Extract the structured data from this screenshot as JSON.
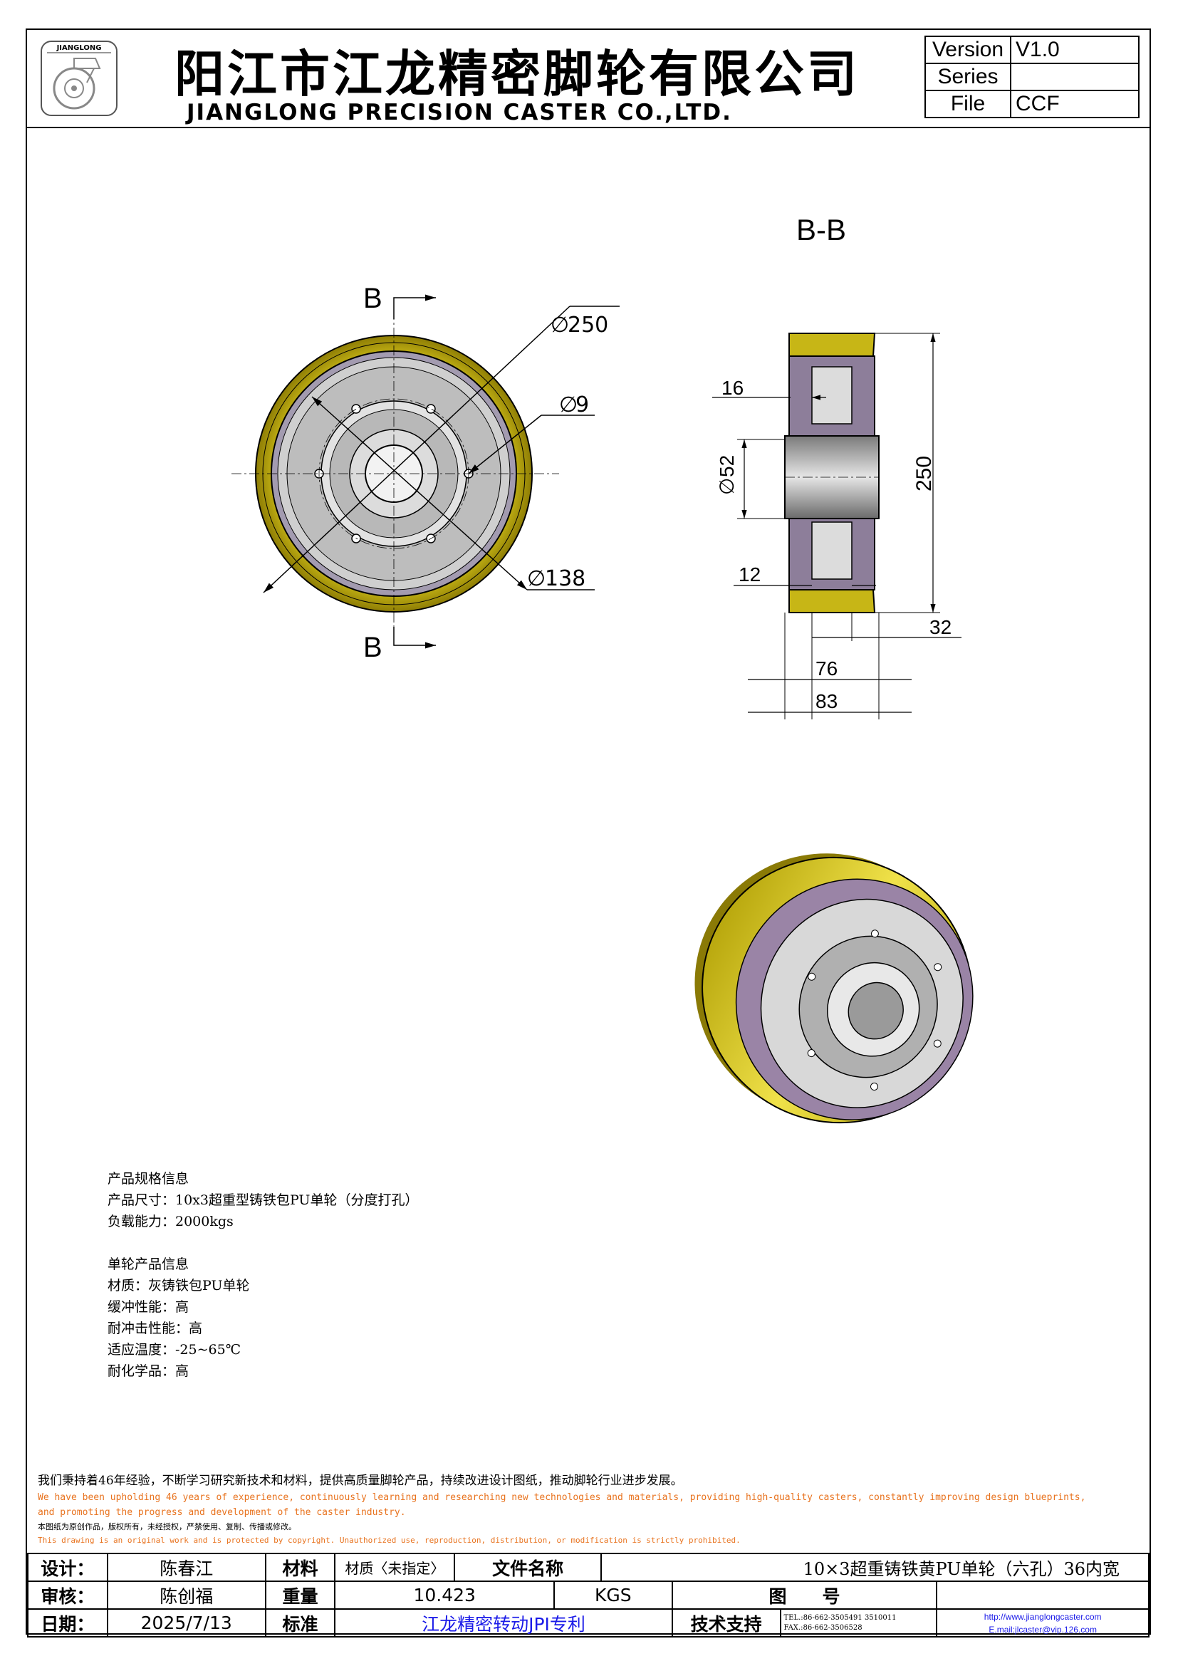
{
  "header": {
    "logo_text": "JIANGLONG",
    "company_cn": "阳江市江龙精密脚轮有限公司",
    "company_en": "JIANGLONG PRECISION CASTER CO.,LTD."
  },
  "meta": {
    "version_label": "Version",
    "version_value": "V1.0",
    "series_label": "Series",
    "series_value": "",
    "file_label": "File",
    "file_value": "CCF"
  },
  "drawing": {
    "section_title": "B-B",
    "section_mark": "B",
    "dims": {
      "d250": "250",
      "d9": "9",
      "d138": "138",
      "w16": "16",
      "d52": "52",
      "h250": "250",
      "w12": "12",
      "w32": "32",
      "w76": "76",
      "w83": "83"
    },
    "colors": {
      "tread": "#d4c41a",
      "hub": "#9a86a6",
      "steel": "#c9c9c9"
    }
  },
  "specs": {
    "block1": [
      "产品规格信息",
      "产品尺寸：10x3超重型铸铁包PU单轮（分度打孔）",
      "负载能力：2000kgs"
    ],
    "block2": [
      "单轮产品信息",
      "材质：灰铸铁包PU单轮",
      "缓冲性能：高",
      "耐冲击性能：高",
      "适应温度：-25~65℃",
      "耐化学品：高"
    ]
  },
  "notice": {
    "line_cn": "我们秉持着46年经验，不断学习研究新技术和材料，提供高质量脚轮产品，持续改进设计图纸，推动脚轮行业进步发展。",
    "line_en_a": "We have been upholding 46 years of experience, continuously learning and researching new technologies and materials, providing high-quality casters, constantly improving design blueprints,",
    "line_en_b": "and promoting the progress and development of the caster industry.",
    "copyright_cn": "本图纸为原创作品，版权所有，未经授权，严禁使用、复制、传播或修改。",
    "copyright_en": "This drawing is an original work and is protected by copyright. Unauthorized use, reproduction, distribution, or modification is strictly prohibited."
  },
  "titleblock": {
    "design_label": "设计：",
    "design_value": "陈春江",
    "material_label": "材料",
    "material_value": "材质〈未指定〉",
    "filename_label": "文件名称",
    "filename_value": "10×3超重铸铁黄PU单轮（六孔）36内宽",
    "review_label": "审核：",
    "review_value": "陈创福",
    "weight_label": "重量",
    "weight_value": "10.423",
    "weight_unit": "KGS",
    "drawing_no_label": "图　　号",
    "date_label": "日期：",
    "date_value": "2025/7/13",
    "standard_label": "标准",
    "standard_value": "江龙精密转动JPI专利",
    "support_label": "技术支持",
    "tel": "TEL.:86-662-3505491 3510011",
    "fax": "FAX.:86-662-3506528",
    "web": "http://www.jianglongcaster.com",
    "email": "E.mail:jlcaster@vip.126.com"
  }
}
